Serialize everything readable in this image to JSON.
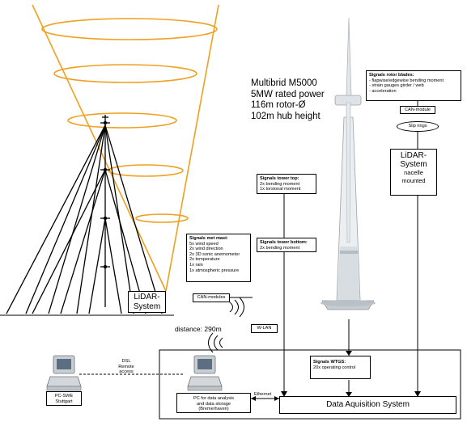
{
  "turbine": {
    "lines": [
      "Multibrid M5000",
      "5MW rated power",
      "116m rotor-Ø",
      "102m hub height"
    ]
  },
  "rotor_blades": {
    "title": "Signals rotor blades:",
    "items": [
      "- flapwise/edgewise bending moment",
      "- strain gauges girder / web",
      "- acceleration"
    ]
  },
  "can_module": "CAN-module",
  "slip_rings": "Slip rings",
  "lidar_nacelle": [
    "LiDAR-",
    "System",
    "nacelle",
    "mounted"
  ],
  "tower_top": {
    "title": "Signals tower top:",
    "items": [
      "2x bending moment",
      "1x torsional moment"
    ]
  },
  "tower_bottom": {
    "title": "Signals tower bottom:",
    "items": [
      "2x bending moment"
    ]
  },
  "met_mast": {
    "title": "Signals met mast:",
    "items": [
      "5x wind speed",
      "2x wind direction",
      "2x 3D sonic anemometer",
      "2x temperature",
      "1x rain",
      "1x atmospheric pressure"
    ]
  },
  "lidar_ground": [
    "LiDAR-",
    "System"
  ],
  "can_modules": "CAN-modules",
  "distance": "distance: 290m",
  "wlan": "W-LAN",
  "dsl": [
    "DSL",
    "Remote",
    "access"
  ],
  "pc_swe": [
    "PC-SWE",
    "Stuttgart"
  ],
  "pc_analysis": [
    "PC for data analysis",
    "and data storage",
    "(Bremerhaven)"
  ],
  "ethernet": "Ethernet",
  "wtgs": {
    "title": "Signals WTGS:",
    "items": [
      "20x operating control"
    ]
  },
  "daq": "Data Aquisition System",
  "colors": {
    "cone": "#f0a020",
    "lines": "#000000"
  }
}
